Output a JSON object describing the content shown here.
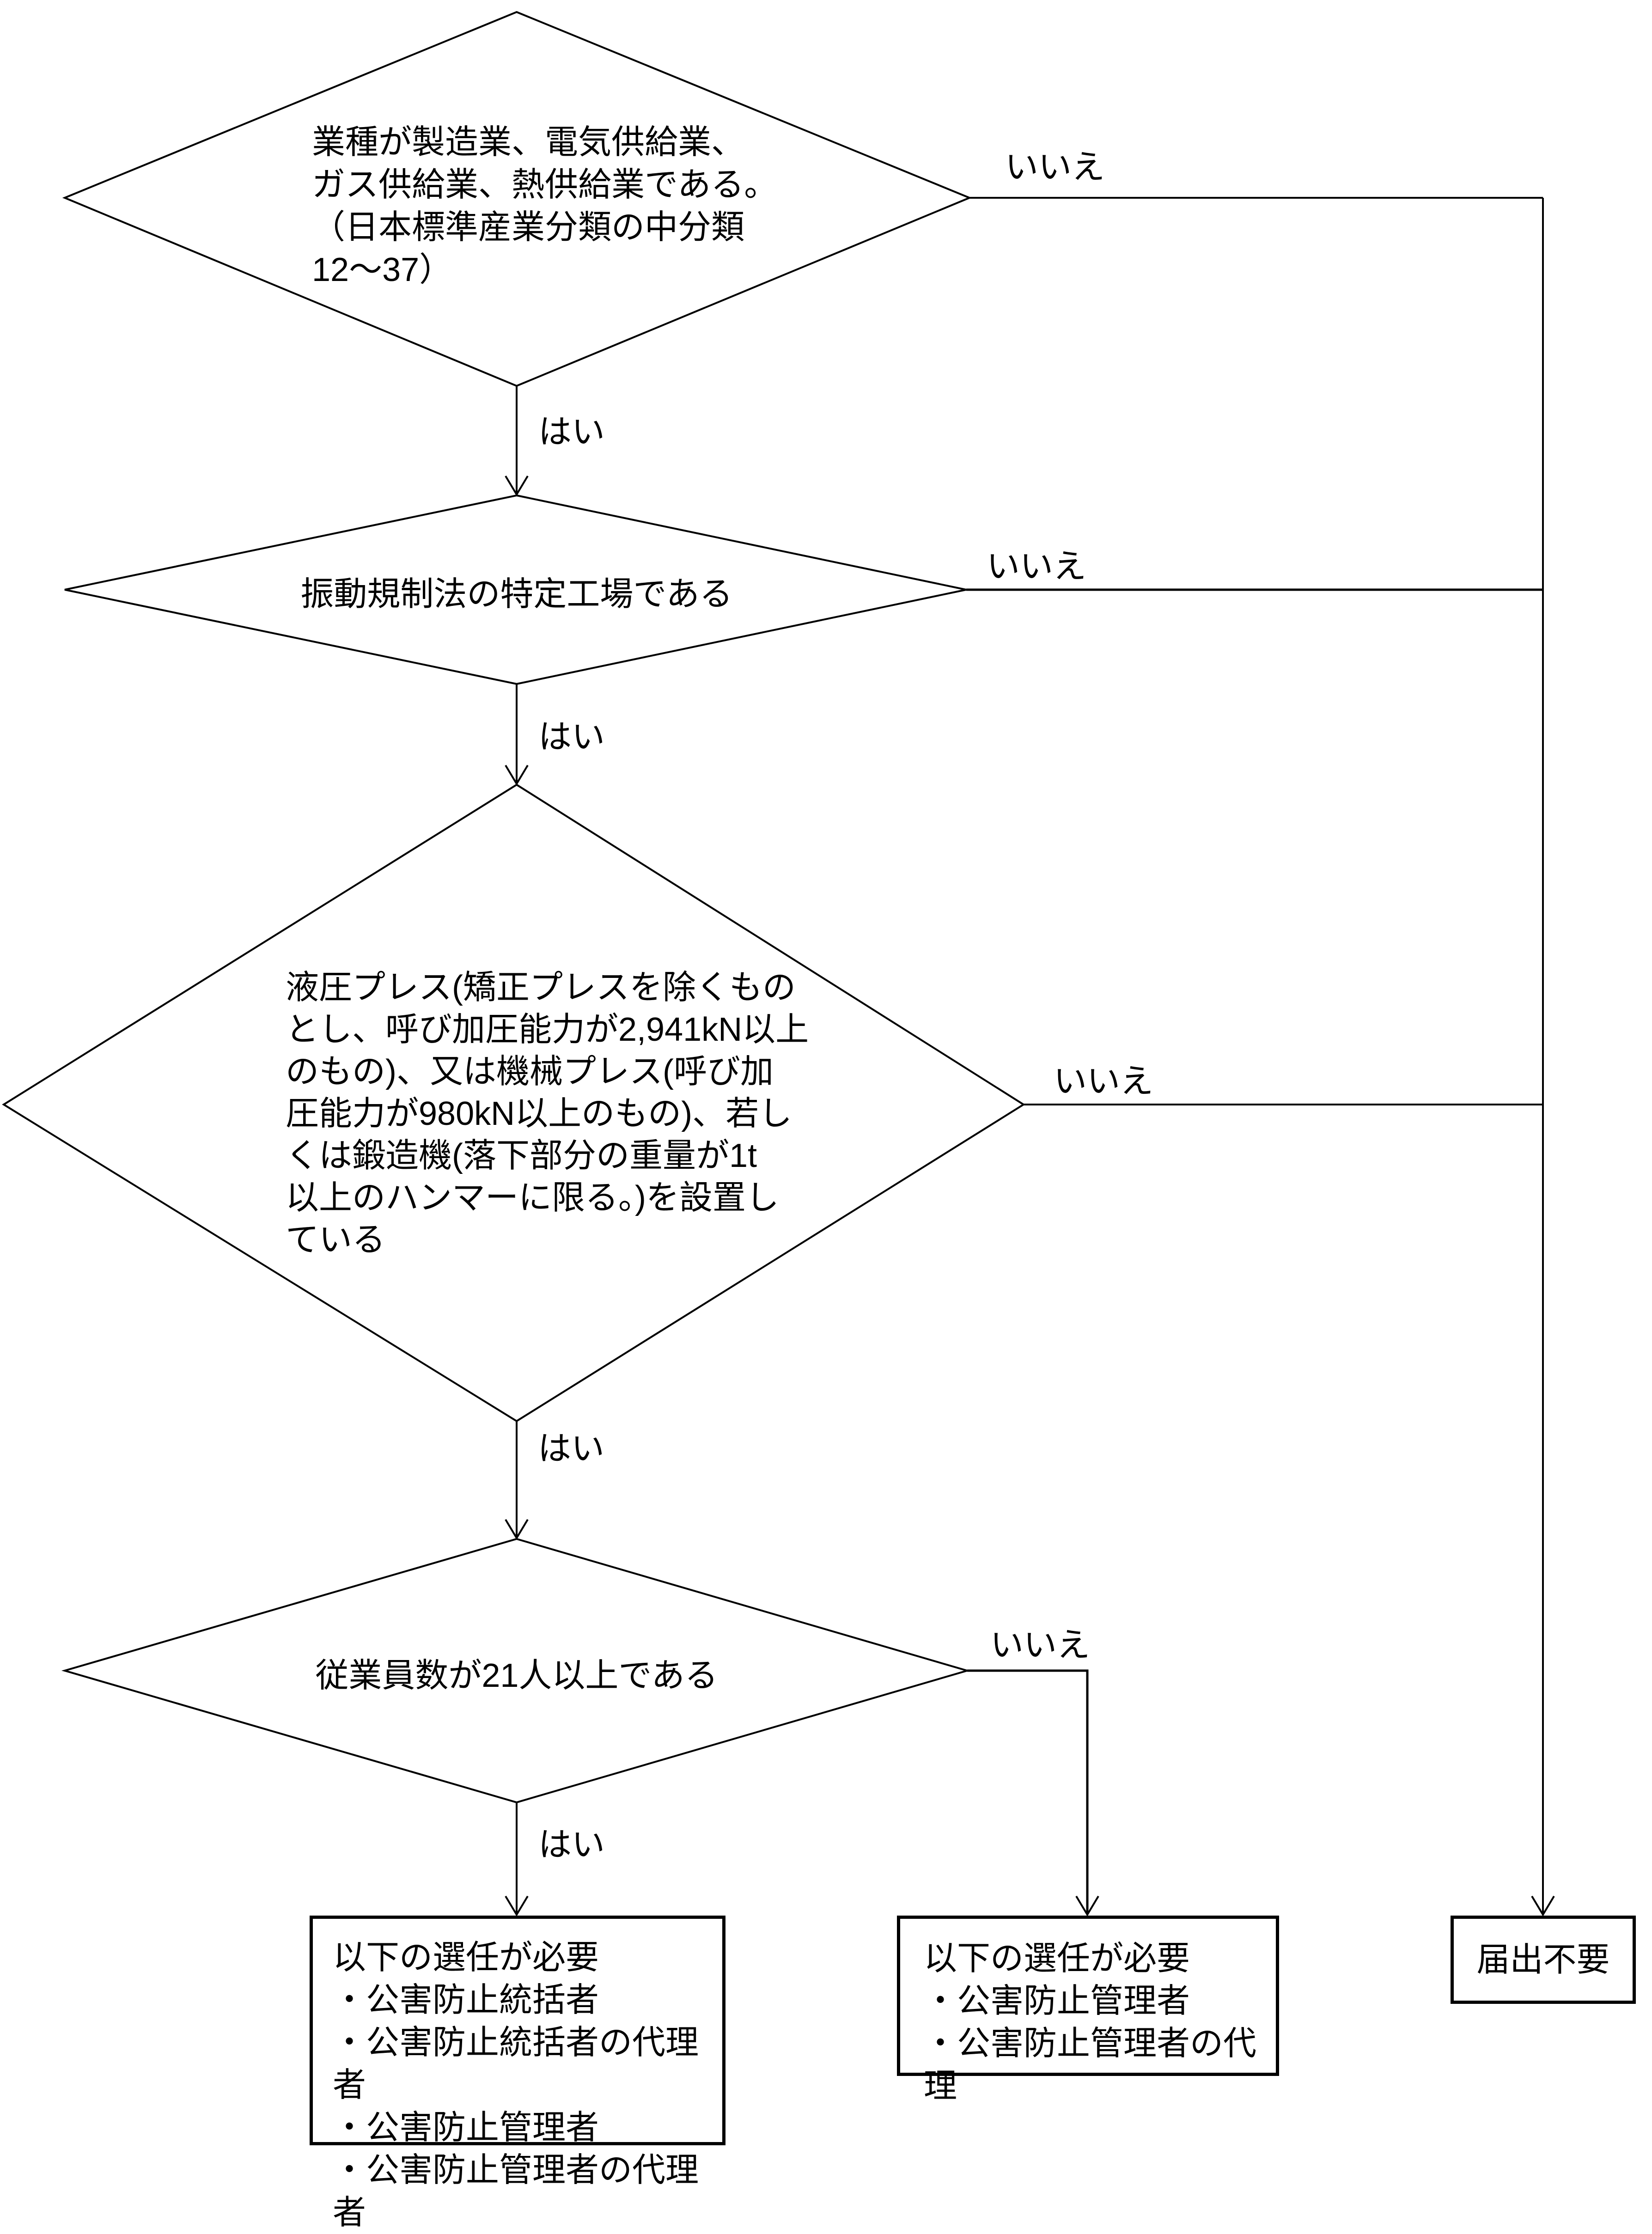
{
  "flowchart": {
    "colors": {
      "stroke": "#000000",
      "background": "#ffffff",
      "text": "#000000"
    },
    "edge_labels": {
      "yes": "はい",
      "no": "いいえ"
    },
    "decision1": {
      "lines": [
        "業種が製造業、電気供給業、",
        "ガス供給業、熱供給業である。",
        "（日本標準産業分類の中分類",
        "12～37）"
      ]
    },
    "decision2": {
      "label": "振動規制法の特定工場である"
    },
    "decision3": {
      "lines": [
        "液圧プレス(矯正プレスを除くもの",
        "とし、呼び加圧能力が2,941kN以上",
        "のもの)、又は機械プレス(呼び加",
        "圧能力が980kN以上のもの)、若し",
        "くは鍛造機(落下部分の重量が1t",
        "以上のハンマーに限る。)を設置し",
        "ている"
      ]
    },
    "decision4": {
      "label": "従業員数が21人以上である"
    },
    "result_full": {
      "lines": [
        "以下の選任が必要",
        "・公害防止統括者",
        "・公害防止統括者の代理者",
        "・公害防止管理者",
        "・公害防止管理者の代理者"
      ]
    },
    "result_manager": {
      "lines": [
        "以下の選任が必要",
        "・公害防止管理者",
        "・公害防止管理者の代理"
      ]
    },
    "result_none": {
      "label": "届出不要"
    }
  }
}
